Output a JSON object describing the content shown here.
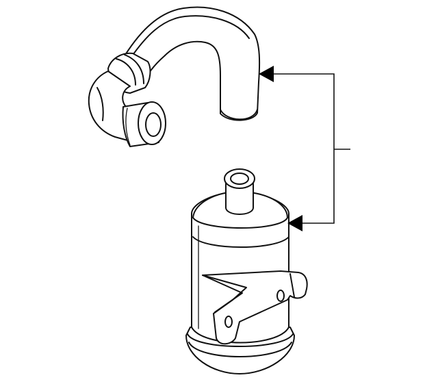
{
  "diagram": {
    "parts": [
      {
        "name": "hose",
        "icon": "hose-icon"
      },
      {
        "name": "canister",
        "icon": "canister-icon"
      }
    ],
    "leader_arrows": 2
  }
}
